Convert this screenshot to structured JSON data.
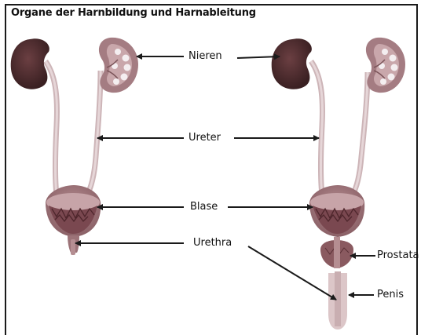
{
  "title": "Organe der Harnbildung und Harnableitung",
  "labels": {
    "nieren": "Nieren",
    "ureter": "Ureter",
    "blase": "Blase",
    "urethra": "Urethra",
    "prostata": "Prostata",
    "penis": "Penis"
  },
  "colors": {
    "kidney_dark": "#4a2a2c",
    "kidney_light": "#a67a80",
    "tube": "#d8c3c5",
    "bladder": "#9c7378",
    "bladder_inner": "#6e3e45",
    "arrow": "#1a1a1a"
  }
}
